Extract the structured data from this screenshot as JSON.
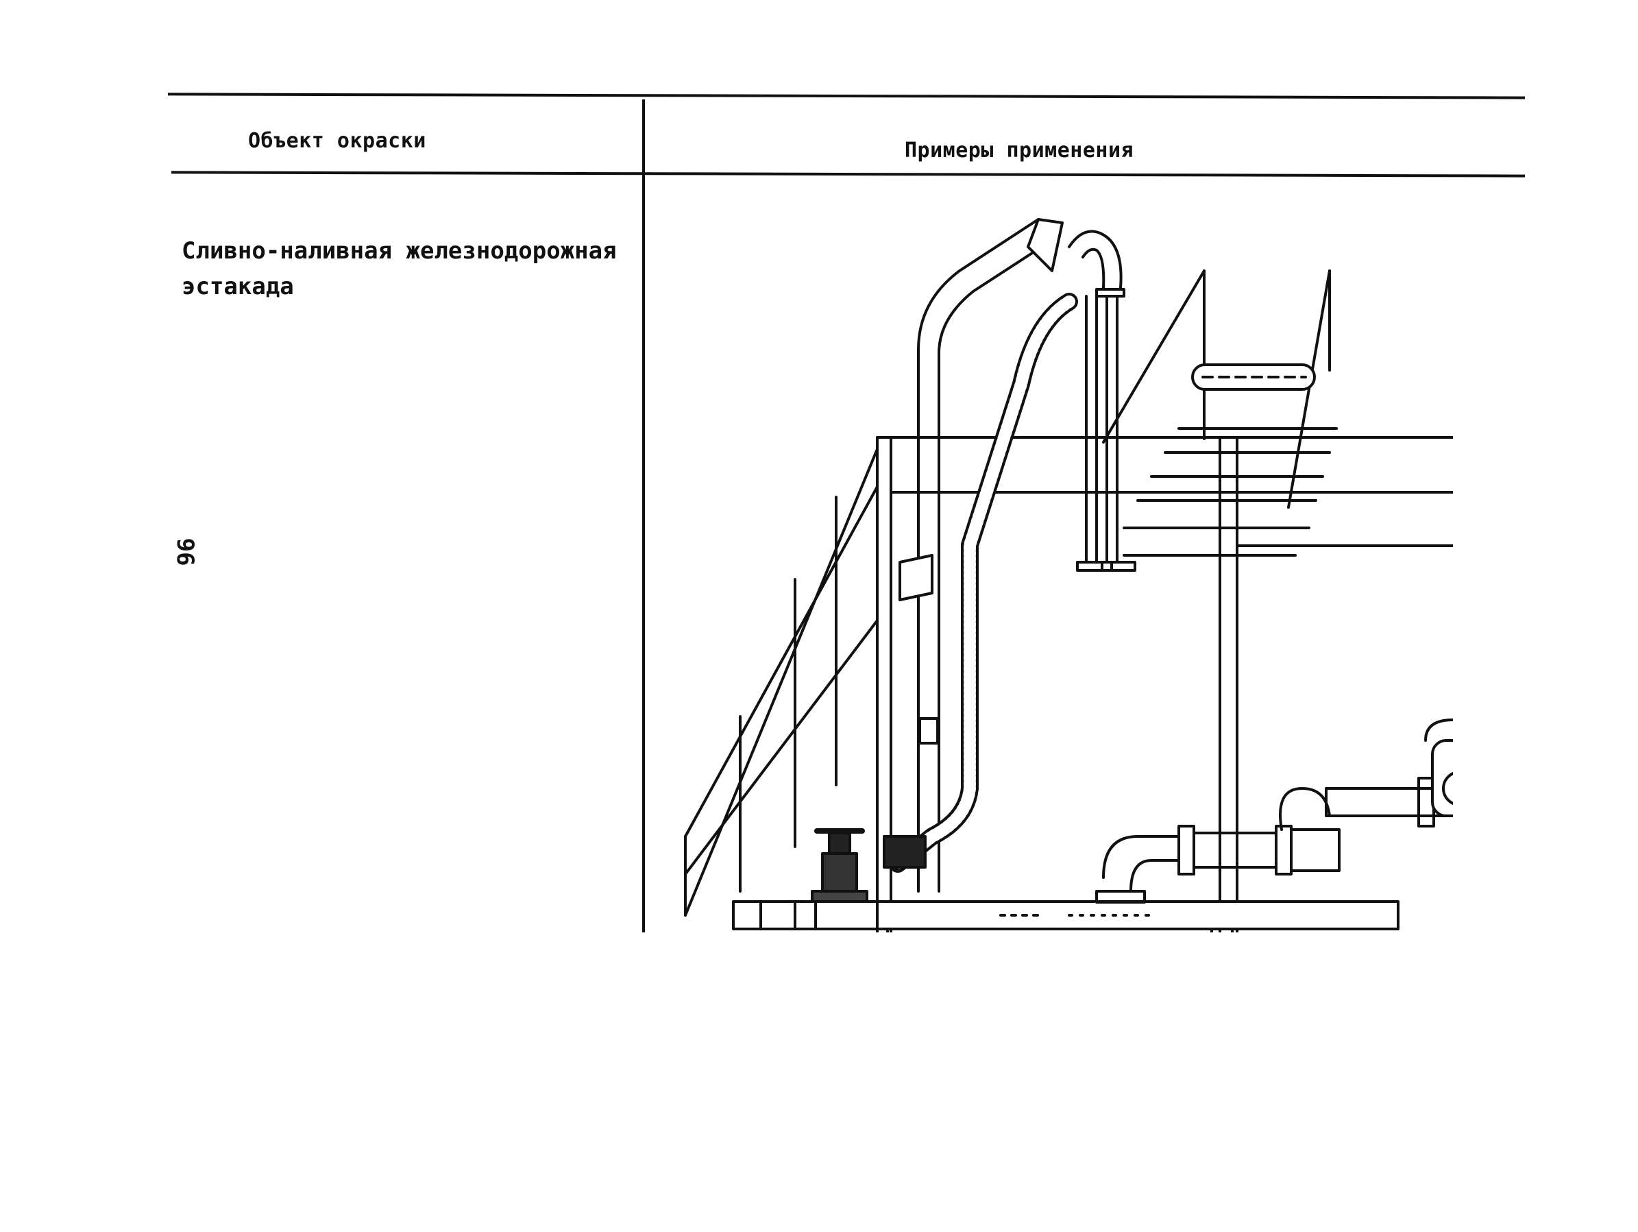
{
  "table": {
    "col1_header": "Объект окраски",
    "col2_header": "Примеры применения",
    "row1": {
      "object": [
        "Сливно-наливная железнодорожная",
        "эстакада"
      ]
    }
  },
  "page_number": "96",
  "illustration": {
    "icon": "railway-loading-rack-drawing",
    "ink_color": "#111111"
  }
}
